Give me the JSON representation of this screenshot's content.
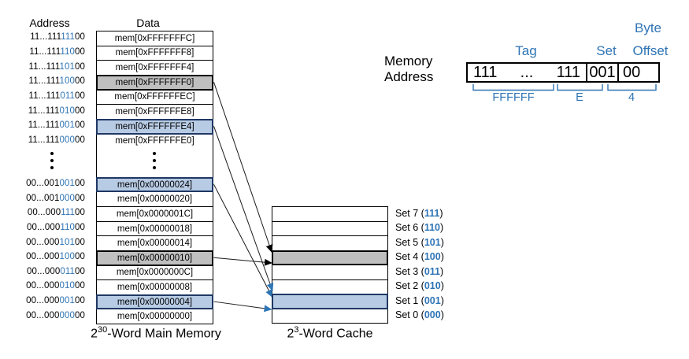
{
  "colors": {
    "blue_text": "#2E74B5",
    "arrow_blue": "#2E75B6",
    "highlight_blue_fill": "#B7CBE4",
    "highlight_blue_border": "#1F3864",
    "highlight_gray_fill": "#BFBFBF",
    "highlight_gray_border": "#000000",
    "line_black": "#1A1A1A"
  },
  "memory": {
    "address_header": "Address",
    "data_header": "Data",
    "caption": {
      "base": "2",
      "exponent": "30",
      "suffix": "-Word Main Memory"
    },
    "top_rows": [
      {
        "prefix": "11...111",
        "set_bits": "111",
        "offset": "00",
        "data": "mem[0xFFFFFFFC]",
        "highlight": "none"
      },
      {
        "prefix": "11...111",
        "set_bits": "110",
        "offset": "00",
        "data": "mem[0xFFFFFFF8]",
        "highlight": "none"
      },
      {
        "prefix": "11...111",
        "set_bits": "101",
        "offset": "00",
        "data": "mem[0xFFFFFFF4]",
        "highlight": "none"
      },
      {
        "prefix": "11...111",
        "set_bits": "100",
        "offset": "00",
        "data": "mem[0xFFFFFFF0]",
        "highlight": "gray"
      },
      {
        "prefix": "11...111",
        "set_bits": "011",
        "offset": "00",
        "data": "mem[0xFFFFFFEC]",
        "highlight": "none"
      },
      {
        "prefix": "11...111",
        "set_bits": "010",
        "offset": "00",
        "data": "mem[0xFFFFFFE8]",
        "highlight": "none"
      },
      {
        "prefix": "11...111",
        "set_bits": "001",
        "offset": "00",
        "data": "mem[0xFFFFFFE4]",
        "highlight": "blue"
      },
      {
        "prefix": "11...111",
        "set_bits": "000",
        "offset": "00",
        "data": "mem[0xFFFFFFE0]",
        "highlight": "none"
      }
    ],
    "bottom_rows": [
      {
        "prefix": "00...001",
        "set_bits": "001",
        "offset": "00",
        "data": "mem[0x00000024]",
        "highlight": "blue"
      },
      {
        "prefix": "00...001",
        "set_bits": "000",
        "offset": "00",
        "data": "mem[0x00000020]",
        "highlight": "none"
      },
      {
        "prefix": "00...000",
        "set_bits": "111",
        "offset": "00",
        "data": "mem[0x0000001C]",
        "highlight": "none"
      },
      {
        "prefix": "00...000",
        "set_bits": "110",
        "offset": "00",
        "data": "mem[0x00000018]",
        "highlight": "none"
      },
      {
        "prefix": "00...000",
        "set_bits": "101",
        "offset": "00",
        "data": "mem[0x00000014]",
        "highlight": "none"
      },
      {
        "prefix": "00...000",
        "set_bits": "100",
        "offset": "00",
        "data": "mem[0x00000010]",
        "highlight": "gray"
      },
      {
        "prefix": "00...000",
        "set_bits": "011",
        "offset": "00",
        "data": "mem[0x0000000C]",
        "highlight": "none"
      },
      {
        "prefix": "00...000",
        "set_bits": "010",
        "offset": "00",
        "data": "mem[0x00000008]",
        "highlight": "none"
      },
      {
        "prefix": "00...000",
        "set_bits": "001",
        "offset": "00",
        "data": "mem[0x00000004]",
        "highlight": "blue"
      },
      {
        "prefix": "00...000",
        "set_bits": "000",
        "offset": "00",
        "data": "mem[0x00000000]",
        "highlight": "none"
      }
    ]
  },
  "cache": {
    "caption": {
      "base": "2",
      "exponent": "3",
      "suffix": "-Word Cache"
    },
    "sets": [
      {
        "name": "Set 7",
        "bits": "111",
        "highlight": "none"
      },
      {
        "name": "Set 6",
        "bits": "110",
        "highlight": "none"
      },
      {
        "name": "Set 5",
        "bits": "101",
        "highlight": "none"
      },
      {
        "name": "Set 4",
        "bits": "100",
        "highlight": "gray"
      },
      {
        "name": "Set 3",
        "bits": "011",
        "highlight": "none"
      },
      {
        "name": "Set 2",
        "bits": "010",
        "highlight": "none"
      },
      {
        "name": "Set 1",
        "bits": "001",
        "highlight": "blue"
      },
      {
        "name": "Set 0",
        "bits": "000",
        "highlight": "none"
      }
    ]
  },
  "mappings": [
    {
      "from_data": "mem[0xFFFFFFF0]",
      "to_set": "Set 4",
      "color": "black"
    },
    {
      "from_data": "mem[0xFFFFFFE4]",
      "to_set": "Set 1",
      "color": "blue"
    },
    {
      "from_data": "mem[0x00000024]",
      "to_set": "Set 1",
      "color": "blue"
    },
    {
      "from_data": "mem[0x00000010]",
      "to_set": "Set 4",
      "color": "black"
    },
    {
      "from_data": "mem[0x00000004]",
      "to_set": "Set 1",
      "color": "blue"
    }
  ],
  "address_breakdown": {
    "label_line1": "Memory",
    "label_line2": "Address",
    "tag_label": "Tag",
    "set_label": "Set",
    "byte_label": "Byte",
    "offset_label": "Offset",
    "tag_left": "111",
    "tag_dots": "...",
    "tag_right": "111",
    "set_value": "001",
    "offset_value": "00",
    "tag_hex": "FFFFFF",
    "mid_hex": "E",
    "low_hex": "4"
  }
}
